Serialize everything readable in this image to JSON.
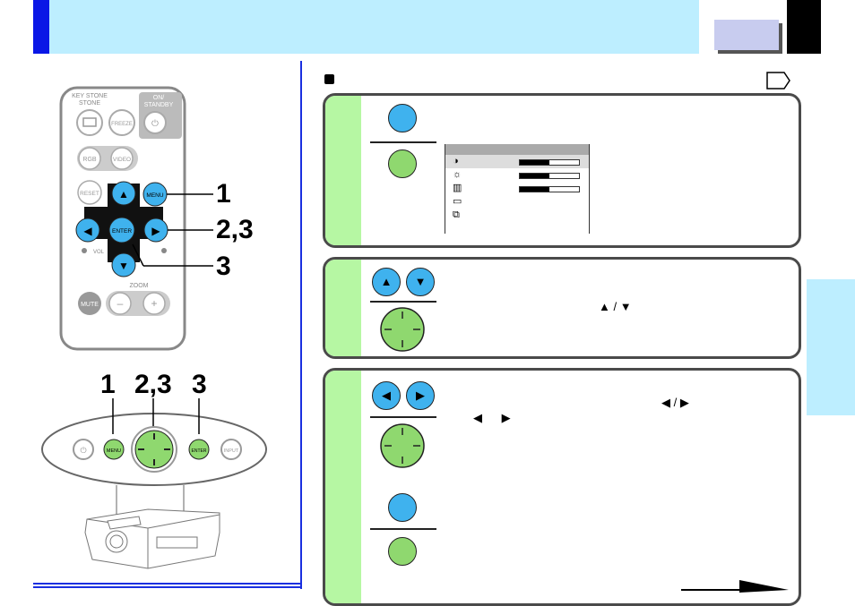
{
  "remote": {
    "labels": {
      "keystone": "KEY\nSTONE",
      "freeze": "FREEZE",
      "on_standby": "ON/\nSTANDBY",
      "rgb": "RGB",
      "video": "VIDEO",
      "reset": "RESET",
      "menu": "MENU",
      "enter": "ENTER",
      "mute": "MUTE",
      "zoom": "ZOOM",
      "vol": "VOL",
      "minus": "–",
      "plus": "+"
    },
    "callouts": [
      "1",
      "2,3",
      "3"
    ]
  },
  "panel": {
    "callouts": [
      "1",
      "2,3",
      "3"
    ],
    "labels": {
      "menu": "MENU",
      "enter": "ENTER",
      "input": "INPUT"
    }
  },
  "osd_menu": {
    "rows": [
      {
        "icon": "◑"
      },
      {
        "icon": "☼"
      },
      {
        "icon": "▥"
      },
      {
        "icon": "▭"
      },
      {
        "icon": "⧉"
      }
    ]
  },
  "arrows": {
    "up_down_text": "▲ / ▼",
    "left_right_text": "◀ / ▶",
    "left_and_right_text": "◀      ▶"
  },
  "colors": {
    "accent_blue": "#3fb2ee",
    "accent_green": "#8fd86f",
    "header": "#bdeeff",
    "step_band": "#b6f7a3"
  }
}
